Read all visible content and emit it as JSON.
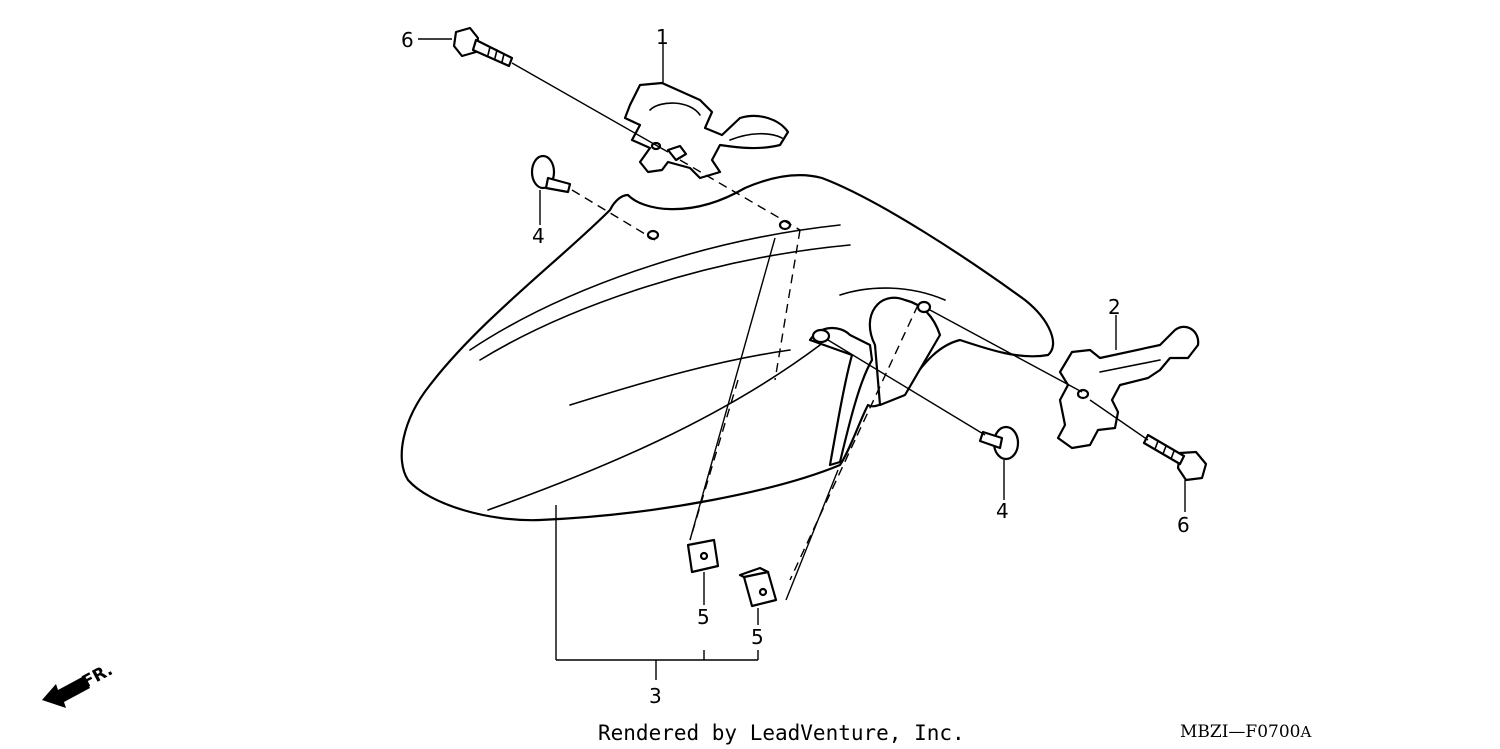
{
  "callouts": [
    {
      "id": "1",
      "label": "1"
    },
    {
      "id": "2",
      "label": "2"
    },
    {
      "id": "3",
      "label": "3"
    },
    {
      "id": "4a",
      "label": "4"
    },
    {
      "id": "4b",
      "label": "4"
    },
    {
      "id": "5a",
      "label": "5"
    },
    {
      "id": "5b",
      "label": "5"
    },
    {
      "id": "6a",
      "label": "6"
    },
    {
      "id": "6b",
      "label": "6"
    }
  ],
  "direction_label": "FR.",
  "credit": "Rendered by LeadVenture, Inc.",
  "diagram_code": "MBZI—F0700",
  "diagram_code_suffix": "A"
}
